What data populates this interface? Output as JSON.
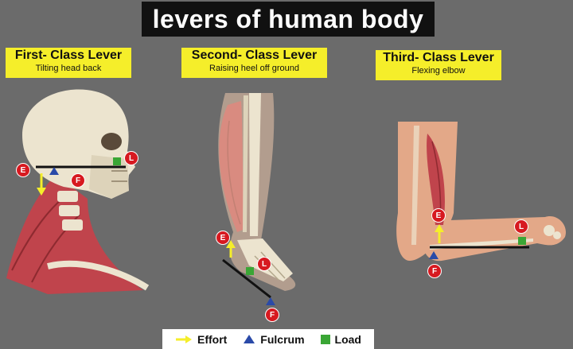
{
  "title": "levers of human body",
  "levers": [
    {
      "title": "First- Class Lever",
      "subtitle": "Tilting head back"
    },
    {
      "title": "Second- Class Lever",
      "subtitle": "Raising heel off ground"
    },
    {
      "title": "Third- Class Lever",
      "subtitle": "Flexing elbow"
    }
  ],
  "markers": {
    "effort": "E",
    "fulcrum": "F",
    "load": "L"
  },
  "legend": {
    "effort": "Effort",
    "fulcrum": "Fulcrum",
    "load": "Load"
  },
  "colors": {
    "background": "#6b6b6b",
    "label_box": "#f5ee2a",
    "marker": "#d71920",
    "effort_arrow": "#f5ee2a",
    "fulcrum": "#2a4aa8",
    "load": "#3aa635",
    "muscle": "#c0444c",
    "skin": "#e3a888",
    "bone": "#ece4cf"
  }
}
